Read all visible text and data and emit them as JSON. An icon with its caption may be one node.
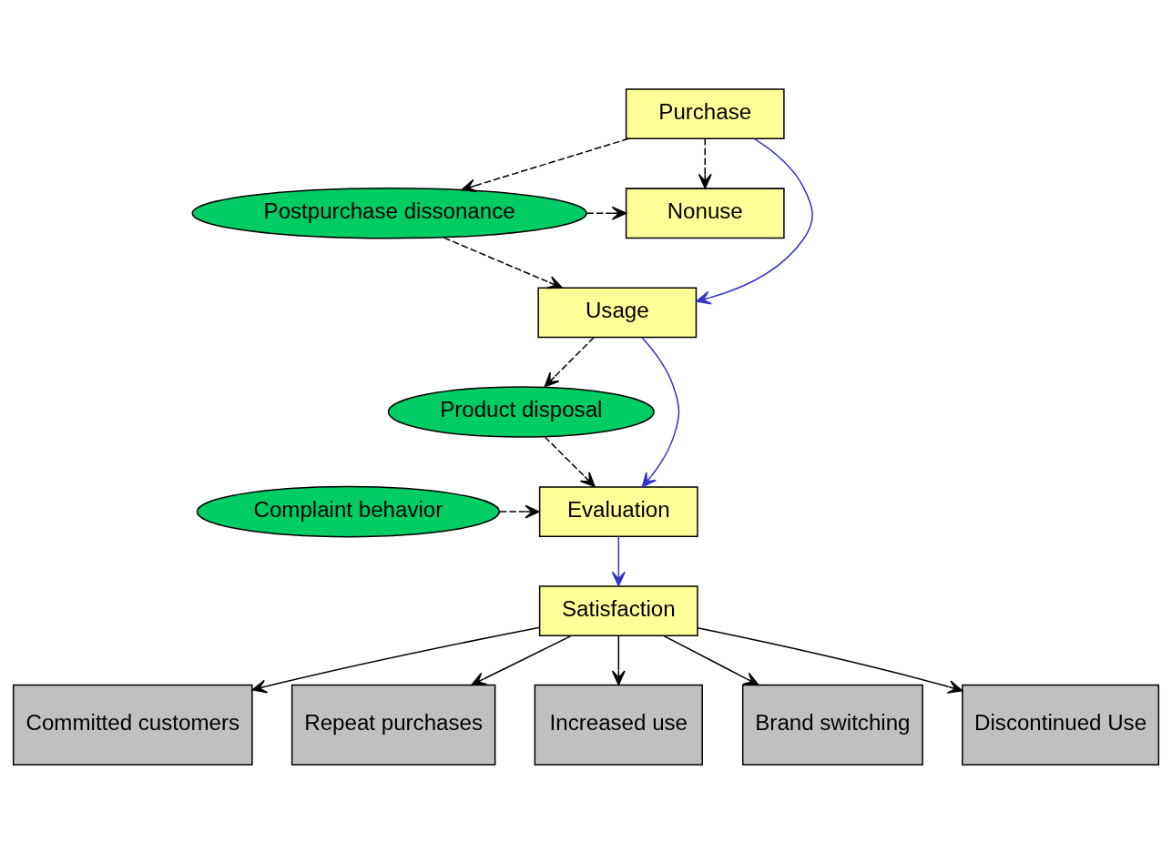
{
  "diagram": {
    "nodes": [
      {
        "text": [
          "Purchase"
        ]
      },
      {
        "text": [
          "Postpurchase dissonance"
        ]
      },
      {
        "text": [
          "Nonuse"
        ]
      },
      {
        "text": [
          "Usage"
        ]
      },
      {
        "text": [
          "Product disposal"
        ]
      },
      {
        "text": [
          "Evaluation"
        ]
      },
      {
        "text": [
          "Complaint behavior"
        ]
      },
      {
        "text": [
          "Satisfaction"
        ]
      },
      {
        "text": [
          "Committed customers"
        ]
      },
      {
        "text": [
          "Repeat purchases"
        ]
      },
      {
        "text": [
          "Increased use"
        ]
      },
      {
        "text": [
          "Brand switching"
        ]
      },
      {
        "text": [
          "Discontinued Use"
        ]
      }
    ],
    "edges": [
      {
        "from": 0,
        "to": 1,
        "arrow": "to",
        "style": "dashed"
      },
      {
        "from": 0,
        "to": 2,
        "arrow": "to",
        "style": "dashed"
      },
      {
        "from": 1,
        "to": 2,
        "arrow": "to",
        "style": "dashed"
      },
      {
        "from": 1,
        "to": 3,
        "arrow": "to",
        "style": "dashed"
      },
      {
        "from": 0,
        "to": 3,
        "arrow": "to",
        "color": "#3333cc"
      },
      {
        "from": 3,
        "to": 4,
        "arrow": "to",
        "style": "dashed"
      },
      {
        "from": 4,
        "to": 5,
        "arrow": "to",
        "style": "dashed"
      },
      {
        "from": 3,
        "to": 5,
        "arrow": "to",
        "color": "#3333cc"
      },
      {
        "from": 6,
        "to": 5,
        "arrow": "to",
        "style": "dashed"
      },
      {
        "from": 5,
        "to": 7,
        "arrow": "to",
        "color": "#3333cc"
      },
      {
        "from": 7,
        "to": 8,
        "arrow": "to"
      },
      {
        "from": 7,
        "to": 9,
        "arrow": "to"
      },
      {
        "from": 7,
        "to": 10,
        "arrow": "to"
      },
      {
        "from": 7,
        "to": 11,
        "arrow": "to"
      },
      {
        "from": 7,
        "to": 12,
        "arrow": "to"
      }
    ]
  }
}
